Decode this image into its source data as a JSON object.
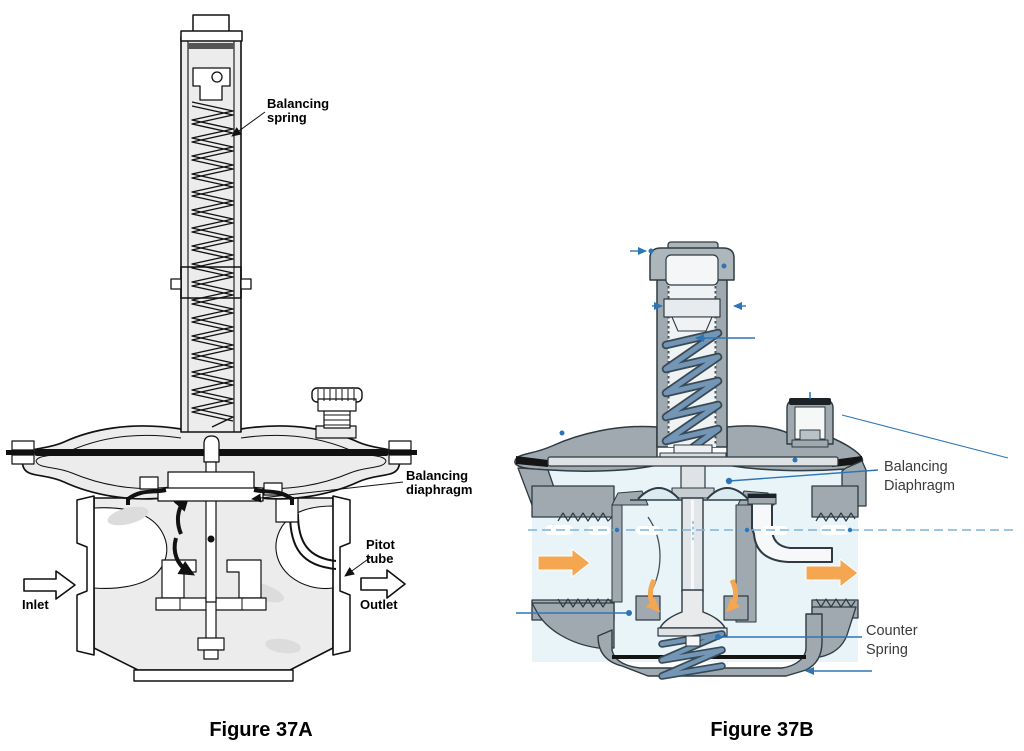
{
  "figure_a": {
    "caption": "Figure 37A",
    "labels": {
      "balancing_spring": "Balancing spring",
      "balancing_diaphragm": "Balancing diaphragm",
      "pitot_tube": "Pitot tube",
      "inlet": "Inlet",
      "outlet": "Outlet"
    }
  },
  "figure_b": {
    "caption": "Figure 37B",
    "labels": {
      "balancing_diaphragm": "Balancing Diaphragm",
      "counter_spring": "Counter Spring"
    }
  },
  "colors": {
    "line_black": "#1a1a1a",
    "fill_light_gray": "#ececec",
    "metal_gray": "#9fa9af",
    "metal_dark_outline": "#2e3b42",
    "interior_light_blue": "#e9f4f8",
    "spring_steel_blue": "#7396b6",
    "flow_arrow_orange": "#f5a651",
    "leader_blue": "#2e75b6"
  }
}
